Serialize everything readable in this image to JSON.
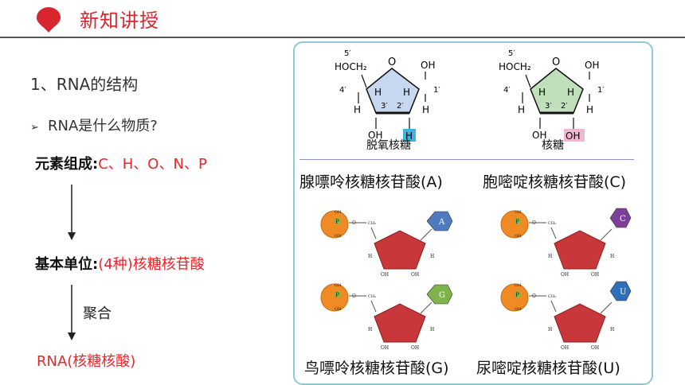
{
  "header": {
    "title": "新知讲授",
    "accent": "#d8262f"
  },
  "left": {
    "section_title": "1、RNA的结构",
    "bullet_marker": "➢",
    "bullet_text": "RNA是什么物质?",
    "elements_label": "元素组成:",
    "elements_value": "C、H、O、N、P",
    "unit_label": "基本单位:",
    "unit_value": "(4种)核糖核苷酸",
    "arrow_label": "聚合",
    "result": "RNA(核糖核酸)"
  },
  "sugars": [
    {
      "caption": "脱氧核糖",
      "color": "#c7d7ef",
      "labels": {
        "c5": "5′",
        "hoch2": "HOCH₂",
        "o": "O",
        "oh_top": "OH",
        "c4p": "4′",
        "c1p": "1′",
        "h1": "H",
        "h2": "H",
        "h3": "H",
        "h4": "H",
        "c3p": "3′",
        "c2p": "2′",
        "oh3": "OH",
        "x2": "H"
      },
      "highlight_color": "#3ab5e3"
    },
    {
      "caption": "核糖",
      "color": "#bfe0bb",
      "labels": {
        "c5": "5′",
        "hoch2": "HOCH₂",
        "o": "O",
        "oh_top": "OH",
        "c4p": "4′",
        "c1p": "1′",
        "h1": "H",
        "h2": "H",
        "h3": "H",
        "h4": "H",
        "c3p": "3′",
        "c2p": "2′",
        "oh3": "OH",
        "x2": "OH"
      },
      "highlight_color": "#f3b6cf"
    }
  ],
  "nucleotides": [
    {
      "base_letter": "A",
      "base_color": "#4f7ac0",
      "caption": "腺嘌呤核糖核苷酸(A)"
    },
    {
      "base_letter": "C",
      "base_color": "#7c3f9a",
      "caption": "胞嘧啶核糖核苷酸(C)"
    },
    {
      "base_letter": "G",
      "base_color": "#7fb44a",
      "caption": "鸟嘌呤核糖核苷酸(G)"
    },
    {
      "base_letter": "U",
      "base_color": "#2f6fb7",
      "caption": "尿嘧啶核糖核苷酸(U)"
    }
  ],
  "nucleotide_labels": {
    "p": "P",
    "oh": "OH",
    "o": "O",
    "ch2": "CH₂",
    "h": "H"
  },
  "colors": {
    "phosphate": "#f08a24",
    "sugar": "#c8373a",
    "panel_border": "#8ec9d5"
  }
}
